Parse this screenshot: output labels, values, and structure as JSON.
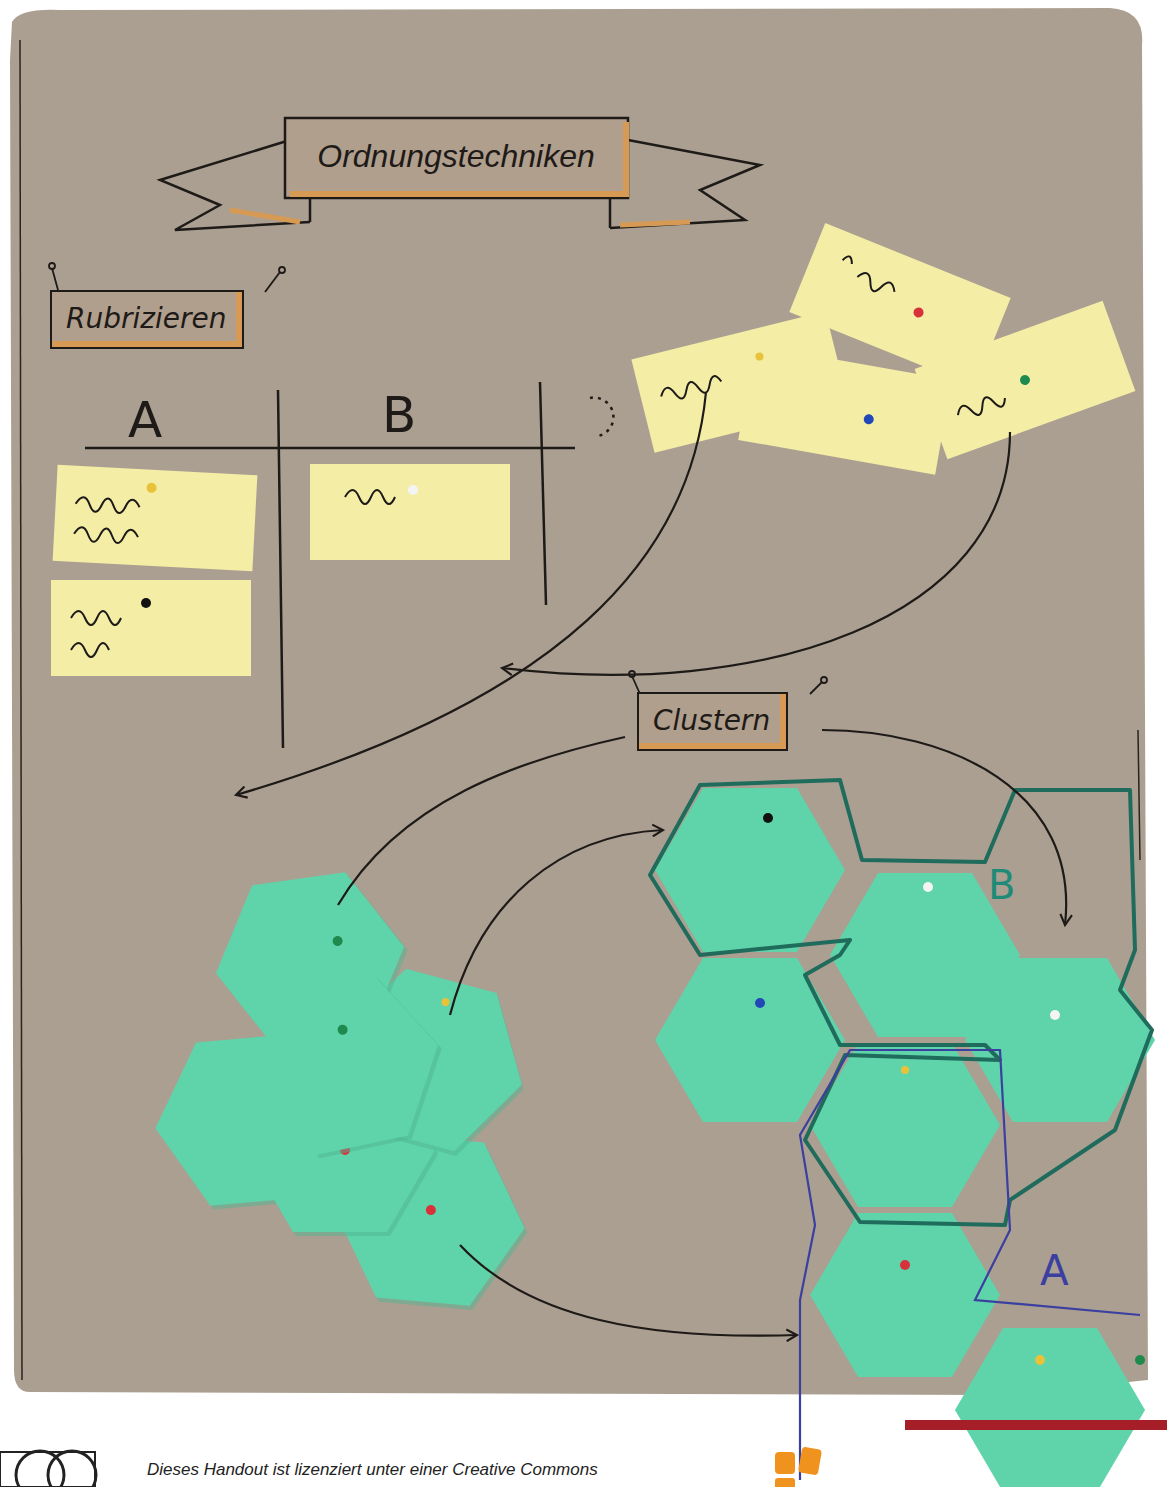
{
  "diagram": {
    "title": "Ordnungstechniken",
    "caption": "Dieses Handout ist lizenziert unter einer Creative Commons",
    "nodes": [
      {
        "text": [
          "Rubrizieren"
        ]
      },
      {
        "text": [
          "Clustern"
        ]
      }
    ],
    "labels": [
      "A",
      "B",
      "B",
      "A"
    ]
  }
}
